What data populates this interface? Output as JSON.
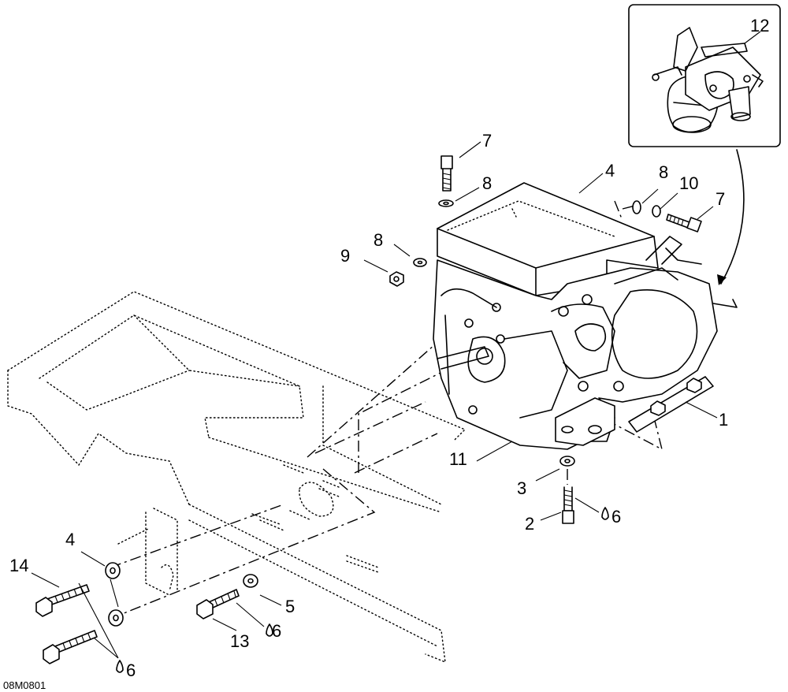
{
  "figure_code": "08M0801",
  "callouts": [
    {
      "id": "c1",
      "text": "1"
    },
    {
      "id": "c2",
      "text": "2"
    },
    {
      "id": "c3",
      "text": "3"
    },
    {
      "id": "c4a",
      "text": "4"
    },
    {
      "id": "c4b",
      "text": "4"
    },
    {
      "id": "c5",
      "text": "5"
    },
    {
      "id": "c6a",
      "text": "6"
    },
    {
      "id": "c6b",
      "text": "6"
    },
    {
      "id": "c6c",
      "text": "6"
    },
    {
      "id": "c7a",
      "text": "7"
    },
    {
      "id": "c7b",
      "text": "7"
    },
    {
      "id": "c8a",
      "text": "8"
    },
    {
      "id": "c8b",
      "text": "8"
    },
    {
      "id": "c8c",
      "text": "8"
    },
    {
      "id": "c9",
      "text": "9"
    },
    {
      "id": "c10",
      "text": "10"
    },
    {
      "id": "c11",
      "text": "11"
    },
    {
      "id": "c12",
      "text": "12"
    },
    {
      "id": "c13",
      "text": "13"
    },
    {
      "id": "c14",
      "text": "14"
    }
  ]
}
